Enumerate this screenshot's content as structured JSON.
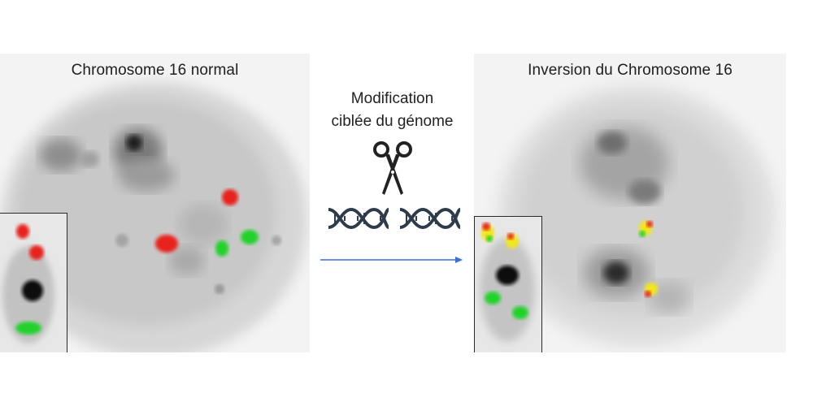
{
  "left_panel": {
    "title": "Chromosome 16 normal"
  },
  "right_panel": {
    "title": "Inversion du Chromosome 16"
  },
  "center": {
    "line1": "Modification",
    "line2": "ciblée du génome",
    "icons": [
      "scissors-icon",
      "dna-icon",
      "dna-icon"
    ],
    "arrow_color": "#3b6fd8"
  },
  "colors": {
    "red_signal": "#e8201e",
    "green_signal": "#22d22a",
    "yellow_signal": "#f2e61a"
  }
}
